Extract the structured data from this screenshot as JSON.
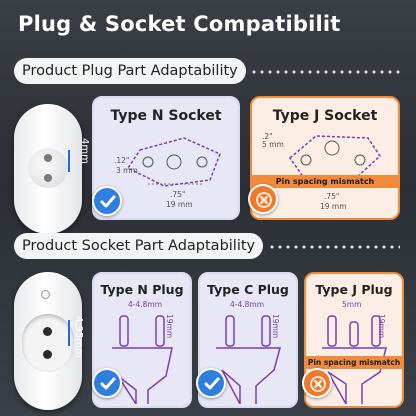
{
  "title": "Plug & Socket Compatibilit",
  "sections": {
    "plug": {
      "label": "Product Plug Part Adaptability",
      "dimension": "4mm"
    },
    "socket": {
      "label": "Product Socket Part Adaptability",
      "dimension": "4.95mm"
    }
  },
  "top_cards": [
    {
      "title": "Type N Socket",
      "dim_a": ".12\"",
      "dim_b": "3 mm",
      "dim_c": ".75\"",
      "dim_d": "19 mm",
      "status": "compatible"
    },
    {
      "title": "Type J Socket",
      "dim_a": ".2\"",
      "dim_b": "5 mm",
      "dim_c": ".75\"",
      "dim_d": "19 mm",
      "status": "incompatible",
      "note": "Pin spacing mismatch"
    }
  ],
  "bottom_cards": [
    {
      "title": "Type N Plug",
      "dim_a": "4-4.8mm",
      "dim_b": "19mm",
      "status": "compatible"
    },
    {
      "title": "Type C Plug",
      "dim_a": "4-4.8mm",
      "dim_b": "19mm",
      "status": "compatible"
    },
    {
      "title": "Type J Plug",
      "dim_a": "5mm",
      "dim_b": "19mm",
      "status": "incompatible",
      "note": "Pin spacing mismatch"
    }
  ],
  "colors": {
    "compatible": "#2f7fe0",
    "incompatible": "#f07a2a",
    "accent_purple": "#7a3fb0"
  },
  "icons": {
    "compatible": "check-icon",
    "incompatible": "cross-icon"
  }
}
